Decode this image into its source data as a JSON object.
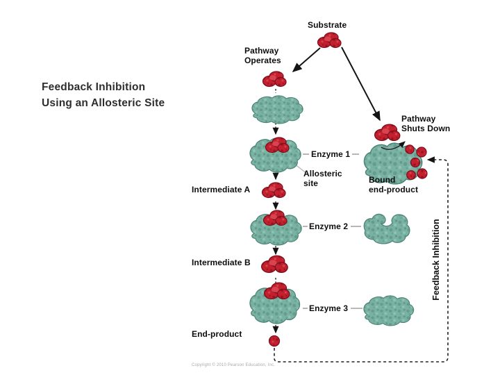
{
  "slide": {
    "title_line1": "Feedback Inhibition",
    "title_line2": "Using an Allosteric Site"
  },
  "labels": {
    "substrate": "Substrate",
    "pathway_operates_1": "Pathway",
    "pathway_operates_2": "Operates",
    "pathway_shuts_1": "Pathway",
    "pathway_shuts_2": "Shuts Down",
    "enzyme1": "Enzyme 1",
    "enzyme2": "Enzyme 2",
    "enzyme3": "Enzyme 3",
    "allosteric_1": "Allosteric",
    "allosteric_2": "site",
    "intermediate_a": "Intermediate A",
    "intermediate_b": "Intermediate B",
    "bound_1": "Bound",
    "bound_2": "end-product",
    "end_product": "End-product",
    "feedback_inhibition": "Feedback Inhibition",
    "copyright": "Copyright © 2010 Pearson Education, Inc."
  },
  "colors": {
    "enzyme_teal": "#79b2a3",
    "enzyme_teal_dark": "#5e937f",
    "enzyme_outline": "#4a8373",
    "molecule_red": "#c2202e",
    "molecule_red_dark": "#7d0e1b",
    "arrow_black": "#1a1a1a",
    "pointer_gray": "#b9b9b9",
    "label_black": "#0d0d0d"
  }
}
